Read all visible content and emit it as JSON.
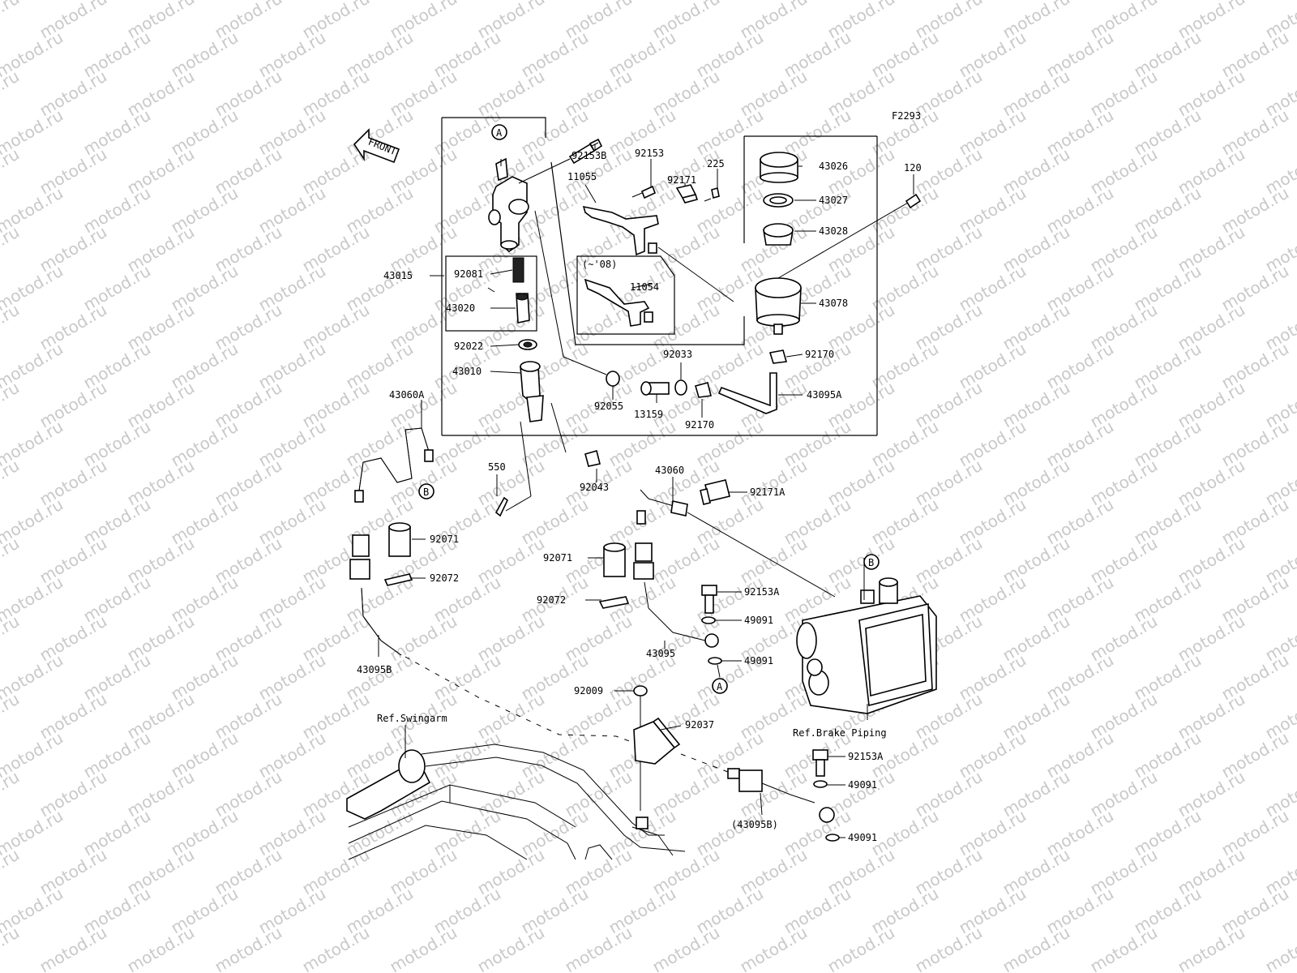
{
  "watermark": "motod.ru",
  "figure_code": "F2293",
  "front_label": "FRONT",
  "variant_note": "(~'08)",
  "callout_markers": {
    "a": "A",
    "b": "B"
  },
  "references": {
    "swingarm": "Ref.Swingarm",
    "brake_piping": "Ref.Brake Piping"
  },
  "parts": {
    "p92153B": "92153B",
    "p92153": "92153",
    "p225": "225",
    "p11055": "11055",
    "p92171": "92171",
    "p43026": "43026",
    "p120": "120",
    "p43027": "43027",
    "p43028": "43028",
    "p43015": "43015",
    "p92081": "92081",
    "p11054": "11054",
    "p43020": "43020",
    "p43078": "43078",
    "p92022": "92022",
    "p92033": "92033",
    "p92170a": "92170",
    "p43010": "43010",
    "p92055": "92055",
    "p13159": "13159",
    "p43095A": "43095A",
    "p92170b": "92170",
    "p43060A": "43060A",
    "p550": "550",
    "p92043": "92043",
    "p43060": "43060",
    "p92171A": "92171A",
    "p92071a": "92071",
    "p92071b": "92071",
    "p92072a": "92072",
    "p92072b": "92072",
    "p92153Aa": "92153A",
    "p49091a": "49091",
    "p43095": "43095",
    "p49091b": "49091",
    "p43095B": "43095B",
    "p92009": "92009",
    "p92037": "92037",
    "p92153Ab": "92153A",
    "p49091c": "49091",
    "p43095Bp": "(43095B)",
    "p49091d": "49091"
  },
  "colors": {
    "line": "#000000",
    "background": "#ffffff",
    "watermark": "#c9c9c9"
  }
}
